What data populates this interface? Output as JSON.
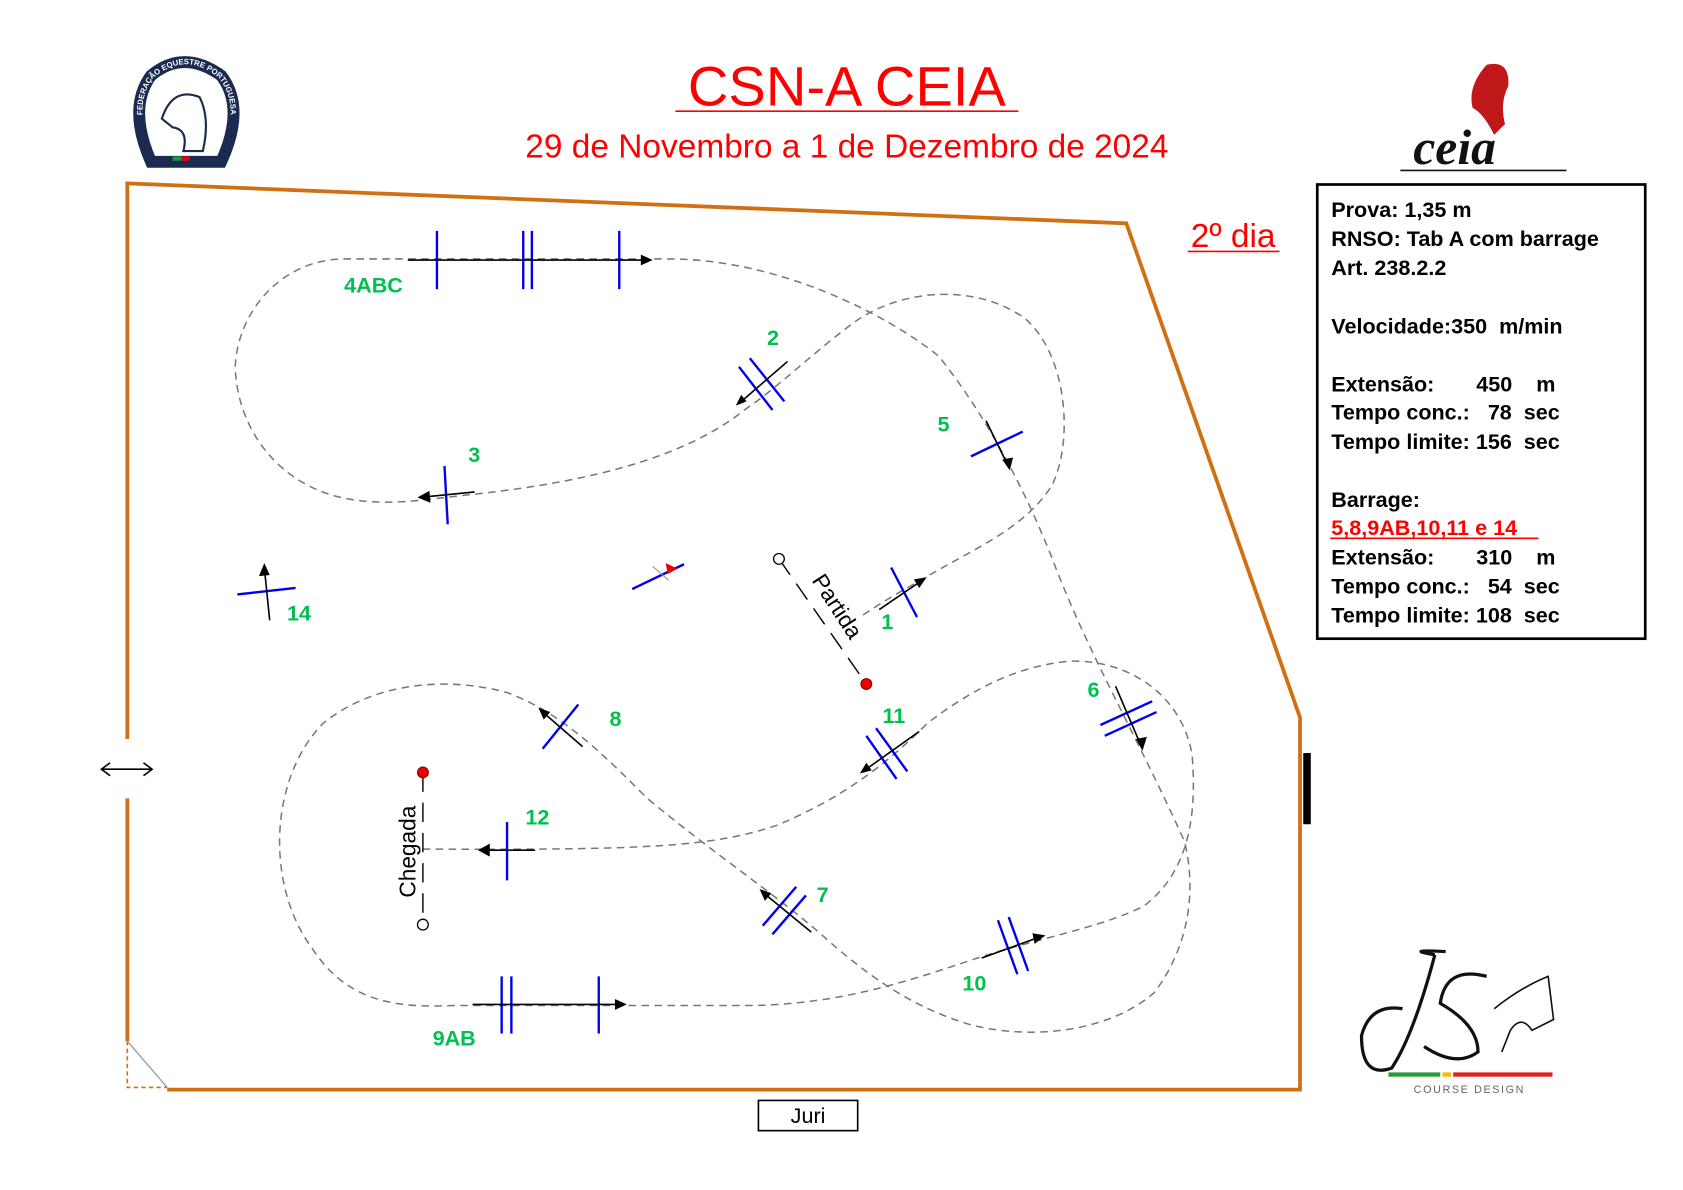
{
  "header": {
    "title": "CSN-A CEIA",
    "subtitle": "29 de Novembro a 1 de Dezembro de 2024",
    "day": "2º dia",
    "left_logo_text": "FEDERAÇÃO EQUESTRE PORTUGUESA",
    "right_logo_text": "ceia"
  },
  "colors": {
    "title": "#ff0000",
    "arena": "#d07010",
    "fence": "#0000ee",
    "number": "#00c050"
  },
  "info": {
    "lines": [
      "Prova: 1,35 m",
      "RNSO: Tab A com barrage",
      "Art. 238.2.2",
      "Velocidade:350  m/min",
      "Extensão:       450    m",
      "Tempo conc.:   78  sec",
      "Tempo limite: 156  sec",
      "Barrage:"
    ],
    "barrage_fences": "5,8,9AB,10,11 e 14",
    "barrage_lines": [
      "Extensão:       310    m",
      "Tempo conc.:   54  sec",
      "Tempo limite: 108  sec"
    ]
  },
  "obstacles": [
    "1",
    "2",
    "3",
    "4ABC",
    "5",
    "6",
    "7",
    "8",
    "9AB",
    "10",
    "11",
    "12",
    "14"
  ],
  "start_label": "Partida",
  "finish_label": "Chegada",
  "jury_label": "Juri",
  "designer_logo": {
    "initials": "JS",
    "caption": "COURSE DESIGN"
  }
}
